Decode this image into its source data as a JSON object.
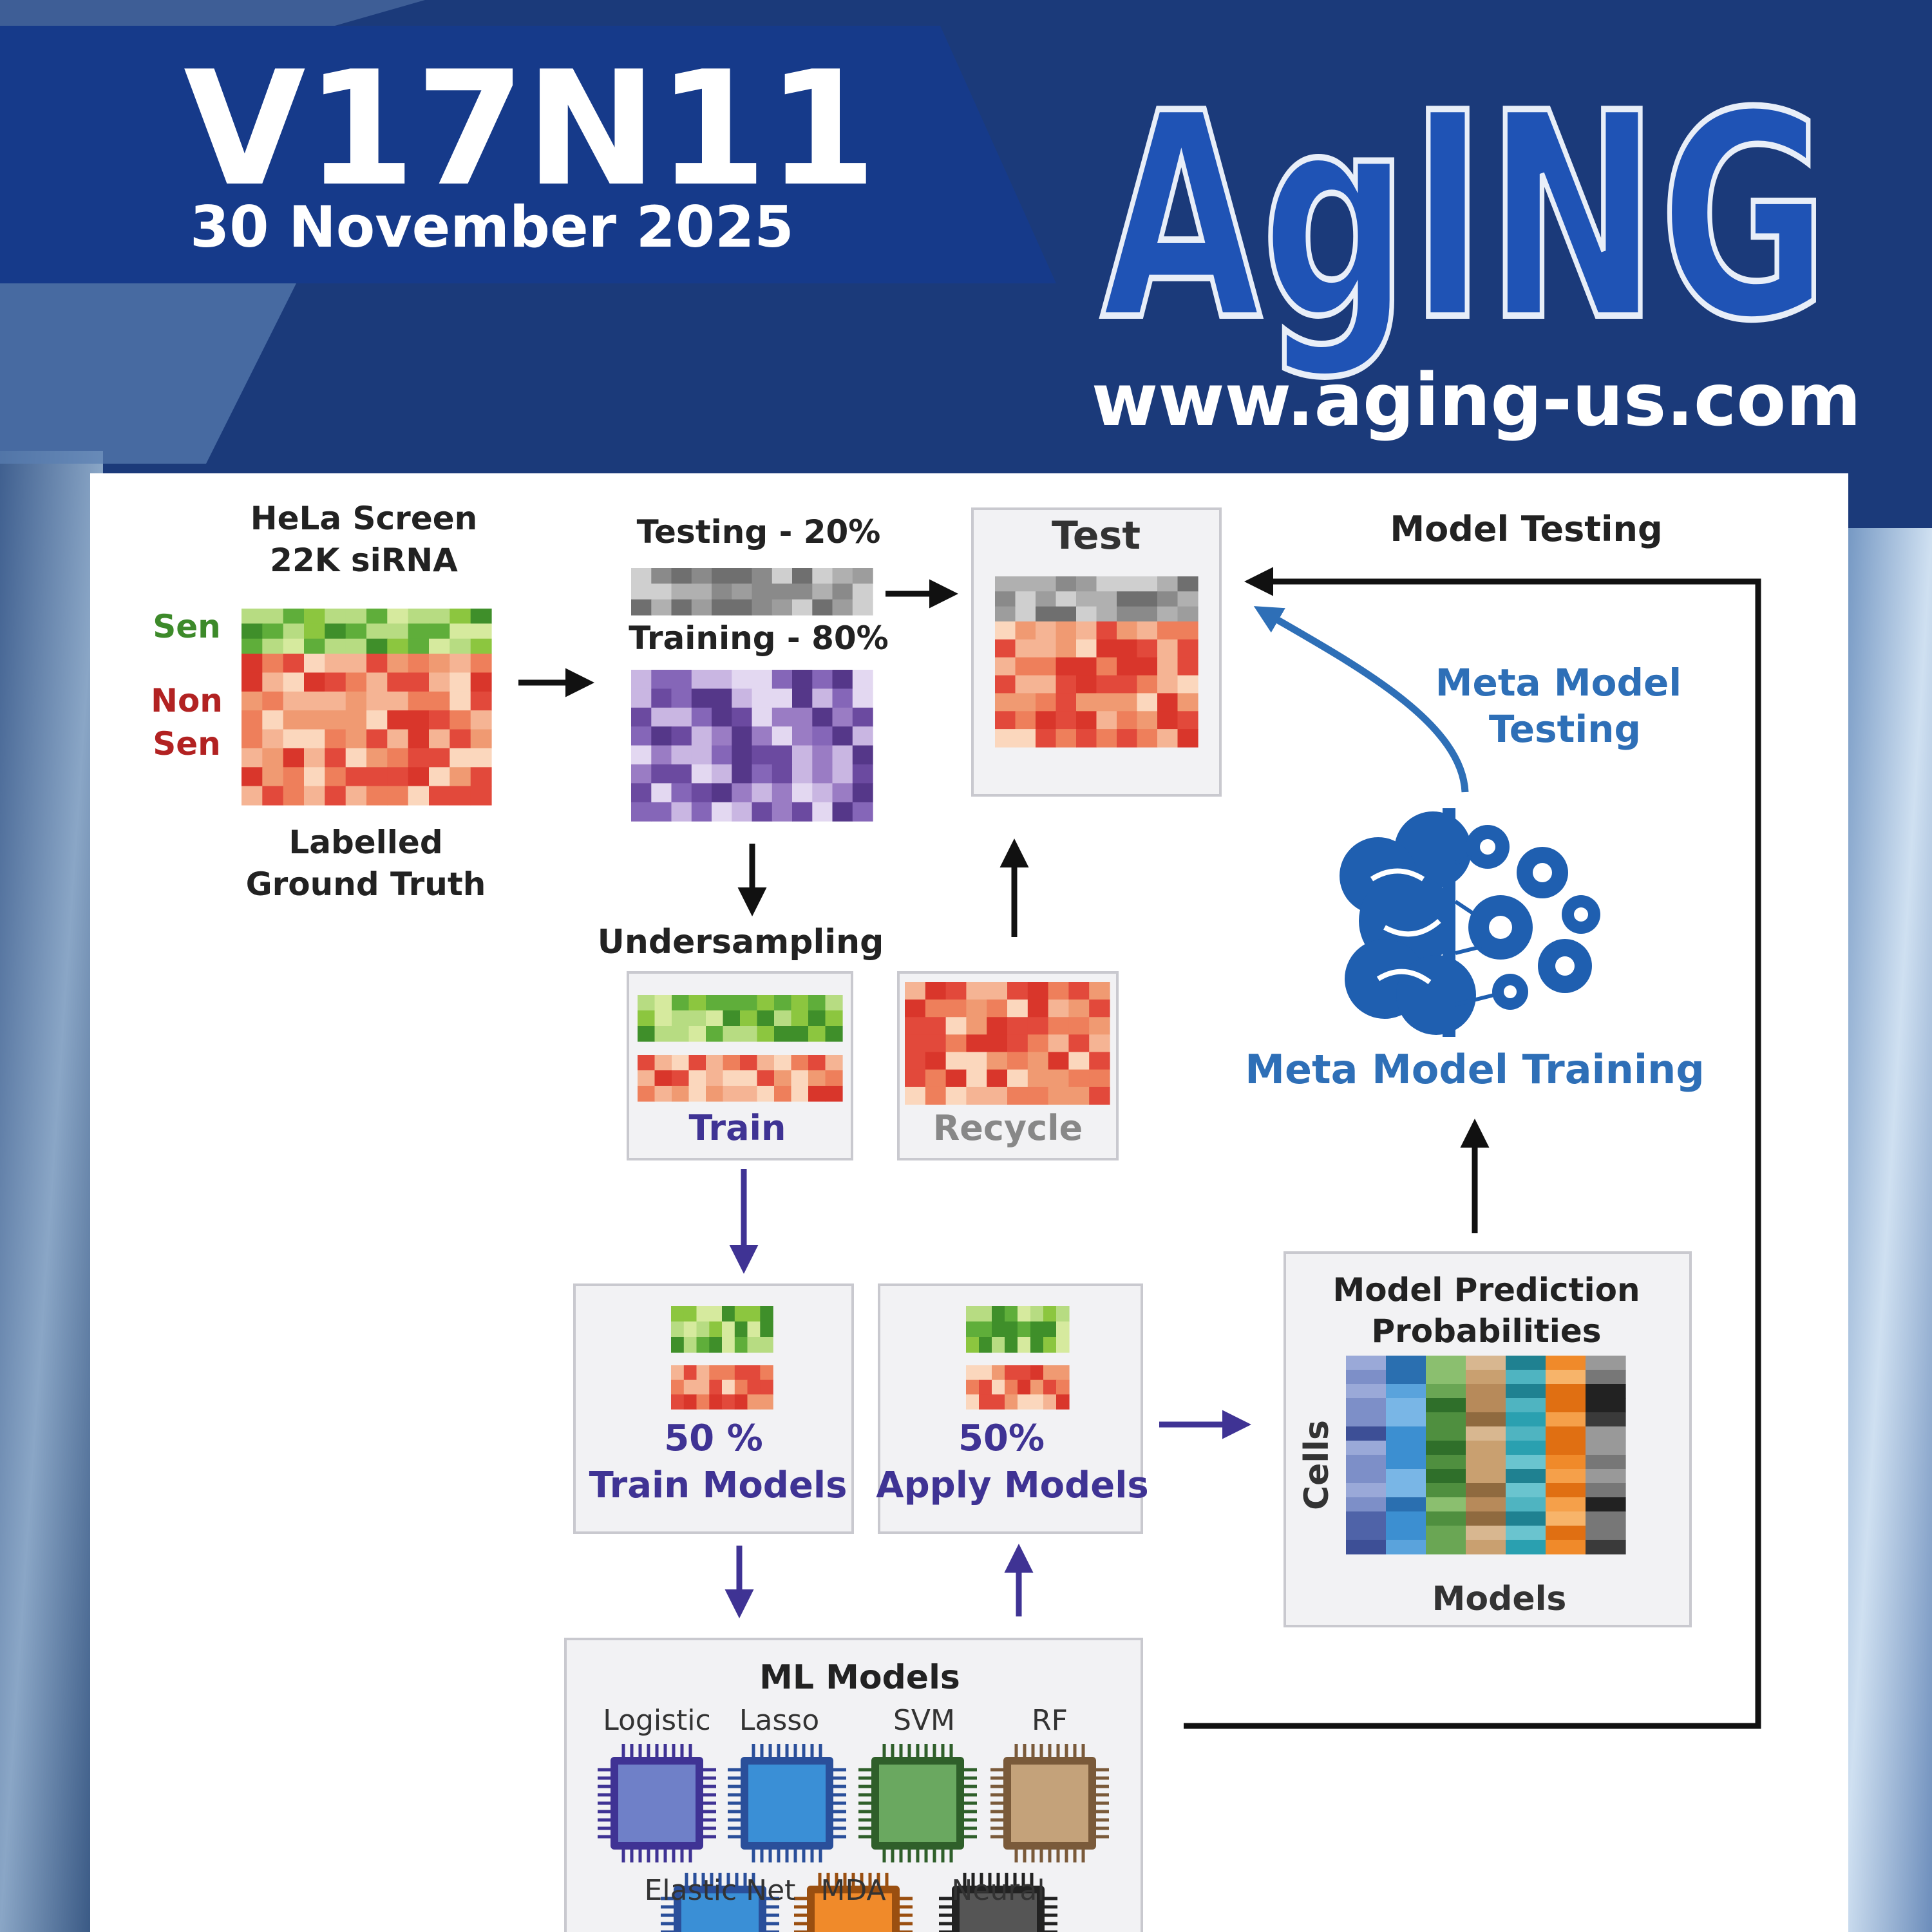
{
  "header": {
    "volume_issue": "V17N11",
    "date": "30 November 2025",
    "logo_text": "AgING",
    "website": "www.aging-us.com"
  },
  "diagram": {
    "hela_title_1": "HeLa Screen",
    "hela_title_2": "22K siRNA",
    "label_sen": "Sen",
    "label_non": "Non",
    "label_sen2": "Sen",
    "ground_truth_1": "Labelled",
    "ground_truth_2": "Ground Truth",
    "testing_label": "Testing - 20%",
    "training_label": "Training - 80%",
    "test_label": "Test",
    "model_testing": "Model Testing",
    "meta_testing_1": "Meta Model",
    "meta_testing_2": "Testing",
    "meta_training": "Meta Model Training",
    "undersampling": "Undersampling",
    "train_label": "Train",
    "recycle_label": "Recycle",
    "train_models_pct": "50 %",
    "train_models": "Train Models",
    "apply_models_pct": "50%",
    "apply_models": "Apply Models",
    "prediction_title_1": "Model Prediction",
    "prediction_title_2": "Probabilities",
    "cells_label": "Cells",
    "models_label": "Models",
    "ml_models_title": "ML Models",
    "models": [
      "Logistic",
      "Lasso",
      "SVM",
      "RF",
      "Elastic Net",
      "MDA",
      "Neural"
    ]
  },
  "colors": {
    "navy": "#1e3f8f",
    "sen_green": "#6cb33f",
    "nonsen_red": "#e2493b",
    "meta_blue": "#2e6fb7",
    "arrow_purple": "#3f3394"
  }
}
